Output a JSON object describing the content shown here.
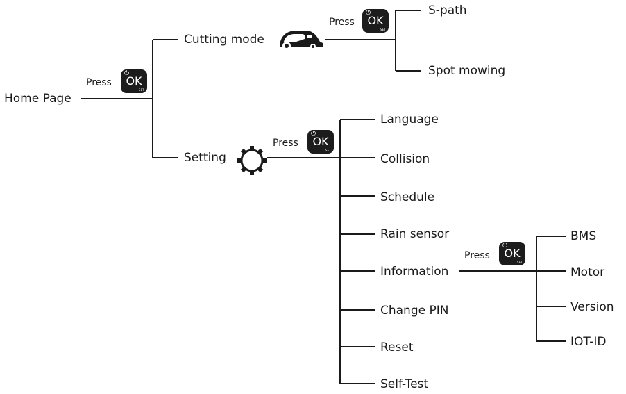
{
  "diagram": {
    "root": "Home Page",
    "press_label": "Press",
    "ok_button": {
      "power_symbol": "⏻",
      "text": "OK",
      "sub": "SET"
    },
    "cutting_mode": {
      "label": "Cutting mode",
      "icon": "mower-icon",
      "children": [
        "S-path",
        "Spot mowing"
      ]
    },
    "setting": {
      "label": "Setting",
      "icon": "gear-icon",
      "children": [
        "Language",
        "Collision",
        "Schedule",
        "Rain sensor",
        "Information",
        "Change PIN",
        "Reset",
        "Self-Test"
      ]
    },
    "information": {
      "children": [
        "BMS",
        "Motor",
        "Version",
        "IOT-ID"
      ]
    }
  }
}
